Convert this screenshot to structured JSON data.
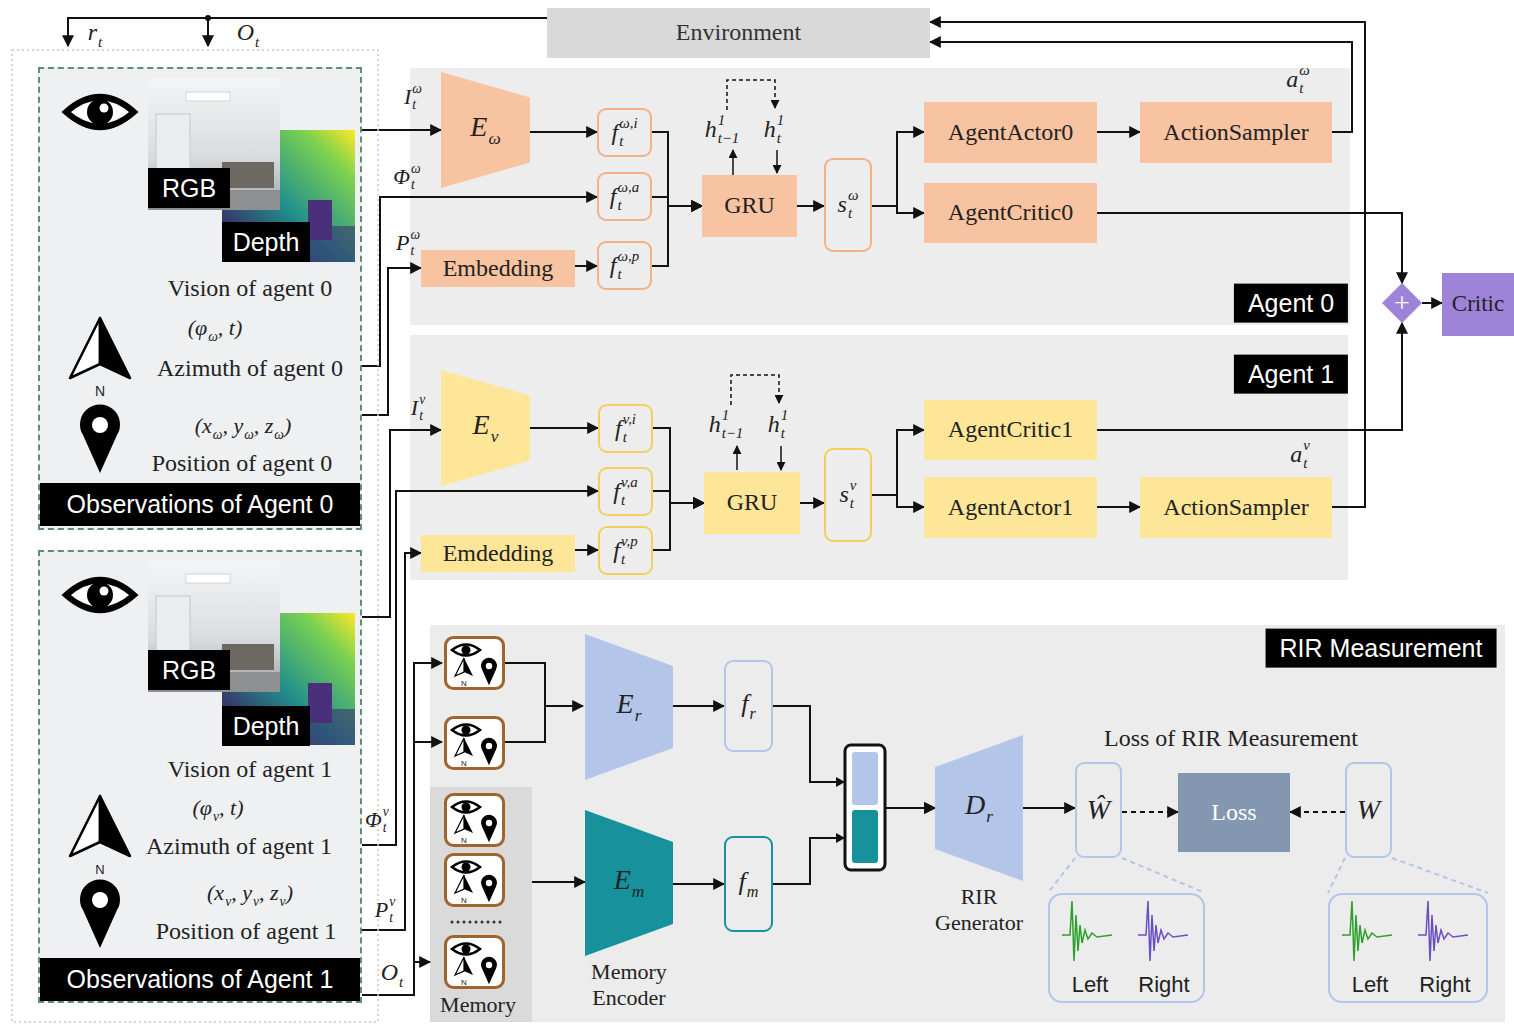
{
  "diagram": {
    "nodes": [
      {
        "text": [
          "Environment"
        ]
      },
      {
        "text": [
          "Vision of agent 0",
          "Azimuth of agent 0",
          "Position of agent 0"
        ]
      },
      {
        "text": [
          "RGB"
        ],
        "in": 1
      },
      {
        "text": [
          "Depth"
        ],
        "in": 1
      },
      {
        "text": [
          "Observations of Agent 0"
        ],
        "in": 1
      },
      {
        "text": [
          "Vision of agent 1",
          "Azimuth of agent 1",
          "Position of agent 1"
        ]
      },
      {
        "text": [
          "RGB"
        ],
        "in": 5
      },
      {
        "text": [
          "Depth"
        ],
        "in": 5
      },
      {
        "text": [
          "Observations of Agent 1"
        ],
        "in": 5
      },
      {
        "text": [
          "Agent 0"
        ]
      },
      {
        "text": [
          "E",
          "ω"
        ],
        "in": 9
      },
      {
        "text": [
          "f",
          "t",
          "ω,i"
        ],
        "in": 9
      },
      {
        "text": [
          "f",
          "t",
          "ω,a"
        ],
        "in": 9
      },
      {
        "text": [
          "Embedding"
        ],
        "in": 9
      },
      {
        "text": [
          "f",
          "t",
          "ω,p"
        ],
        "in": 9
      },
      {
        "text": [
          "GRU"
        ],
        "in": 9
      },
      {
        "text": [
          "s",
          "t",
          "ω"
        ],
        "in": 9
      },
      {
        "text": [
          "AgentActor0"
        ],
        "in": 9
      },
      {
        "text": [
          "ActionSampler"
        ],
        "in": 9
      },
      {
        "text": [
          "AgentCritic0"
        ],
        "in": 9
      },
      {
        "text": [
          "Agent 1"
        ]
      },
      {
        "text": [
          "E",
          "v"
        ],
        "in": 20
      },
      {
        "text": [
          "f",
          "t",
          "v,i"
        ],
        "in": 20
      },
      {
        "text": [
          "f",
          "t",
          "v,a"
        ],
        "in": 20
      },
      {
        "text": [
          "Emdedding"
        ],
        "in": 20
      },
      {
        "text": [
          "f",
          "t",
          "v,p"
        ],
        "in": 20
      },
      {
        "text": [
          "GRU"
        ],
        "in": 20
      },
      {
        "text": [
          "s",
          "t",
          "v"
        ],
        "in": 20
      },
      {
        "text": [
          "AgentCritic1"
        ],
        "in": 20
      },
      {
        "text": [
          "AgentActor1"
        ],
        "in": 20
      },
      {
        "text": [
          "ActionSampler"
        ],
        "in": 20
      },
      {
        "text": [
          "+"
        ]
      },
      {
        "text": [
          "Critic"
        ]
      },
      {
        "text": [
          "RIR Measurement"
        ]
      },
      {
        "text": [
          "Memory"
        ],
        "in": 33
      },
      {
        "text": [
          "E",
          "r"
        ],
        "in": 33
      },
      {
        "text": [
          "f",
          "r"
        ],
        "in": 33
      },
      {
        "text": [
          "E",
          "m",
          "Memory Encoder"
        ],
        "in": 33
      },
      {
        "text": [
          "f",
          "m"
        ],
        "in": 33
      },
      {
        "text": [
          "D",
          "r",
          "RIR Generator"
        ],
        "in": 33
      },
      {
        "text": [
          "Ŵ"
        ],
        "in": 33
      },
      {
        "text": [
          "Loss"
        ],
        "in": 33
      },
      {
        "text": [
          "W"
        ],
        "in": 33
      },
      {
        "text": [
          "Left",
          "Right"
        ],
        "in": 33
      },
      {
        "text": [
          "Left",
          "Right"
        ],
        "in": 33
      }
    ],
    "edges": [
      {
        "from": 18,
        "to": 0,
        "arrow": "to"
      },
      {
        "from": 30,
        "to": 0,
        "arrow": "to"
      },
      {
        "from": 1,
        "to": 10,
        "arrow": "to"
      },
      {
        "from": 1,
        "to": 12,
        "arrow": "to"
      },
      {
        "from": 1,
        "to": 13,
        "arrow": "to"
      },
      {
        "from": 10,
        "to": 11,
        "arrow": "to"
      },
      {
        "from": 13,
        "to": 14,
        "arrow": "to"
      },
      {
        "from": 11,
        "to": 15,
        "arrow": "to"
      },
      {
        "from": 12,
        "to": 15,
        "arrow": "to"
      },
      {
        "from": 14,
        "to": 15,
        "arrow": "to"
      },
      {
        "from": 15,
        "to": 16,
        "arrow": "to"
      },
      {
        "from": 16,
        "to": 17,
        "arrow": "to"
      },
      {
        "from": 16,
        "to": 19,
        "arrow": "to"
      },
      {
        "from": 17,
        "to": 18,
        "arrow": "to"
      },
      {
        "from": 19,
        "to": 31,
        "arrow": "to"
      },
      {
        "from": 5,
        "to": 21,
        "arrow": "to"
      },
      {
        "from": 5,
        "to": 23,
        "arrow": "to"
      },
      {
        "from": 5,
        "to": 24,
        "arrow": "to"
      },
      {
        "from": 21,
        "to": 22,
        "arrow": "to"
      },
      {
        "from": 24,
        "to": 25,
        "arrow": "to"
      },
      {
        "from": 22,
        "to": 26,
        "arrow": "to"
      },
      {
        "from": 23,
        "to": 26,
        "arrow": "to"
      },
      {
        "from": 25,
        "to": 26,
        "arrow": "to"
      },
      {
        "from": 26,
        "to": 27,
        "arrow": "to"
      },
      {
        "from": 27,
        "to": 28,
        "arrow": "to"
      },
      {
        "from": 27,
        "to": 29,
        "arrow": "to"
      },
      {
        "from": 29,
        "to": 30,
        "arrow": "to"
      },
      {
        "from": 28,
        "to": 31,
        "arrow": "to"
      },
      {
        "from": 31,
        "to": 32,
        "arrow": "to"
      },
      {
        "from": 5,
        "to": 34,
        "arrow": "to"
      },
      {
        "from": 34,
        "to": 37,
        "arrow": "to"
      },
      {
        "from": 35,
        "to": 36,
        "arrow": "to"
      },
      {
        "from": 37,
        "to": 38,
        "arrow": "to"
      },
      {
        "from": 36,
        "to": 39,
        "arrow": "to"
      },
      {
        "from": 38,
        "to": 39,
        "arrow": "to"
      },
      {
        "from": 39,
        "to": 40,
        "arrow": "to"
      },
      {
        "from": 40,
        "to": 41,
        "arrow": "to"
      },
      {
        "from": 42,
        "to": 41,
        "arrow": "to"
      }
    ],
    "labels": [
      "r",
      "t",
      "O",
      "t",
      "I",
      "t",
      "ω",
      "Φ",
      "t",
      "ω",
      "P",
      "t",
      "ω",
      "h",
      "t−1",
      "1",
      "h",
      "t",
      "1",
      "a",
      "t",
      "ω",
      "(φ",
      "ω",
      ", t)",
      "(x",
      "ω",
      ", y",
      "ω",
      ", z",
      "ω",
      ")",
      "N",
      "I",
      "t",
      "v",
      "h",
      "t−1",
      "1",
      "h",
      "t",
      "1",
      "a",
      "t",
      "v",
      "(φ",
      "v",
      ", t)",
      "Φ",
      "t",
      "v",
      "(x",
      "v",
      ", y",
      "v",
      ", z",
      "v",
      ")",
      "N",
      "P",
      "t",
      "v",
      "O",
      "t",
      "Loss of RIR Measurement",
      "N",
      "N",
      "N",
      "N",
      "N"
    ]
  }
}
